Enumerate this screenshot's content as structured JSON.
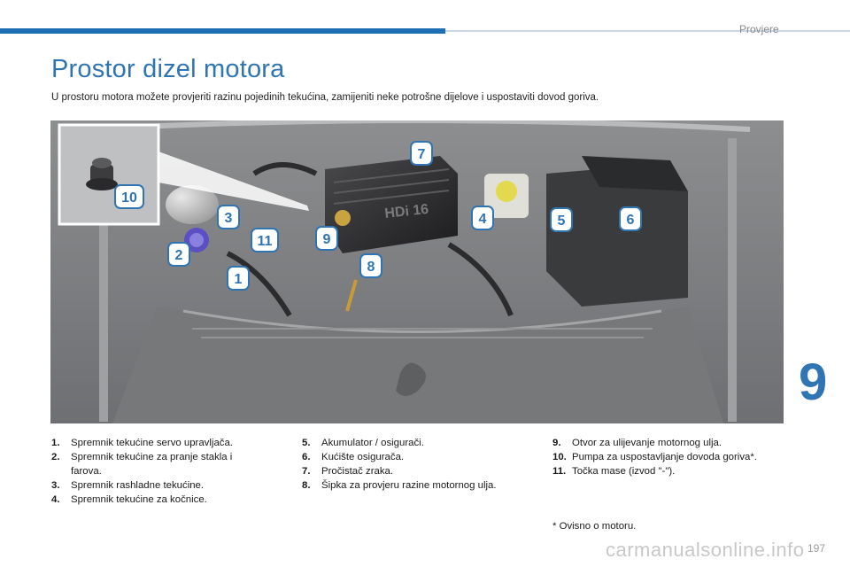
{
  "header": {
    "section": "Provjere",
    "chapter": "9",
    "page_number": "197"
  },
  "page_title": "Prostor dizel motora",
  "intro": "U prostoru motora možete provjeriti razinu pojedinih tekućina, zamijeniti neke potrošne dijelove i uspostaviti dovod goriva.",
  "figure": {
    "engine_cover_text": "HDi 16",
    "callouts": [
      "1",
      "2",
      "3",
      "4",
      "5",
      "6",
      "7",
      "8",
      "9",
      "10",
      "11"
    ]
  },
  "legend": {
    "col1": [
      {
        "num": "1.",
        "text": "Spremnik tekućine servo upravljača."
      },
      {
        "num": "2.",
        "text": "Spremnik tekućine za pranje stakla i farova."
      },
      {
        "num": "3.",
        "text": "Spremnik rashladne tekućine."
      },
      {
        "num": "4.",
        "text": "Spremnik tekućine za kočnice."
      }
    ],
    "col2": [
      {
        "num": "5.",
        "text": "Akumulator / osigurači."
      },
      {
        "num": "6.",
        "text": "Kućište osigurača."
      },
      {
        "num": "7.",
        "text": "Pročistač zraka."
      },
      {
        "num": "8.",
        "text": "Šipka za provjeru razine motornog ulja."
      }
    ],
    "col3": [
      {
        "num": "9.",
        "text": "Otvor za ulijevanje motornog ulja."
      },
      {
        "num": "10.",
        "text": "Pumpa za uspostavljanje dovoda goriva*."
      },
      {
        "num": "11.",
        "text": "Točka mase (izvod \"-\")."
      }
    ]
  },
  "footnote": "* Ovisno o motoru.",
  "watermark": "carmanualsonline.info",
  "colors": {
    "accent": "#2f74b3",
    "callout_fill": "#ffffff",
    "callout_text": "#2f74b3"
  }
}
